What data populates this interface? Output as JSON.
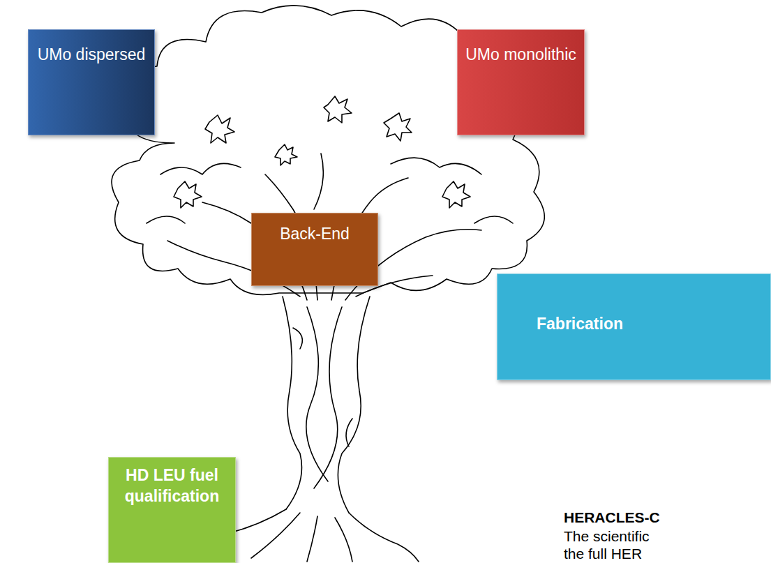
{
  "diagram": {
    "nodes": [
      {
        "text": [
          "UMo dispersed"
        ]
      },
      {
        "text": [
          "UMo monolithic"
        ]
      },
      {
        "text": [
          "Back-End"
        ]
      },
      {
        "text": [
          "Fabrication"
        ]
      },
      {
        "text": [
          "HD LEU fuel qualification"
        ]
      }
    ],
    "labels": [
      "HERACLES-C",
      "The scientific the full HER"
    ]
  }
}
